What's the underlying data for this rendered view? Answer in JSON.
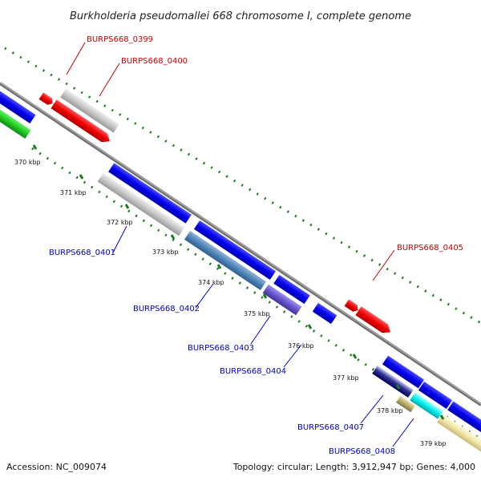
{
  "title": "Burkholderia pseudomallei 668 chromosome I, complete genome",
  "footer": {
    "accession": "Accession: NC_009074",
    "stats": "Topology: circular; Length: 3,912,947 bp; Genes: 4,000"
  },
  "colors": {
    "forward_label": "#cc0000",
    "reverse_label": "#0000cc",
    "backbone": "#888888",
    "tick": "#2a7a2a"
  },
  "scale_ticks": [
    "370 kbp",
    "371 kbp",
    "372 kbp",
    "373 kbp",
    "374 kbp",
    "375 kbp",
    "376 kbp",
    "377 kbp",
    "378 kbp",
    "379 kbp"
  ],
  "gene_labels": [
    {
      "id": "BURPS668_0399",
      "strand": "forward"
    },
    {
      "id": "BURPS668_0400",
      "strand": "forward"
    },
    {
      "id": "BURPS668_0405",
      "strand": "forward"
    },
    {
      "id": "BURPS668_0401",
      "strand": "reverse"
    },
    {
      "id": "BURPS668_0402",
      "strand": "reverse"
    },
    {
      "id": "BURPS668_0403",
      "strand": "reverse"
    },
    {
      "id": "BURPS668_0404",
      "strand": "reverse"
    },
    {
      "id": "BURPS668_0407",
      "strand": "reverse"
    },
    {
      "id": "BURPS668_0408",
      "strand": "reverse"
    }
  ]
}
